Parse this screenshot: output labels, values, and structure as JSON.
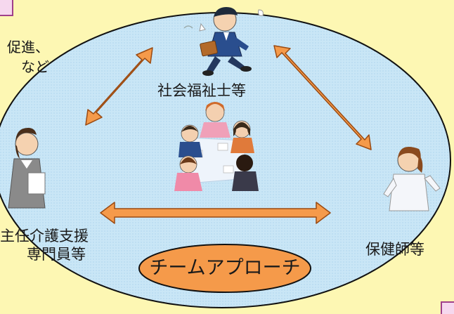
{
  "roles": {
    "social_worker": "社会福祉士等",
    "care_manager_line1": "主任介護支援",
    "care_manager_line2": "専門員等",
    "public_health_nurse": "保健師等"
  },
  "center_label": "チームアプローチ",
  "left_note": {
    "line1": "促進、",
    "line2": "など"
  },
  "colors": {
    "background": "#fdf7b3",
    "ellipse_fill": "#c9e6f6",
    "arrow_fill": "#f59a4a",
    "arrow_stroke": "#9a4a12",
    "badge_fill": "#f59a4a",
    "corner_box": "#f6d8ee",
    "corner_box_border": "#a0408a"
  }
}
